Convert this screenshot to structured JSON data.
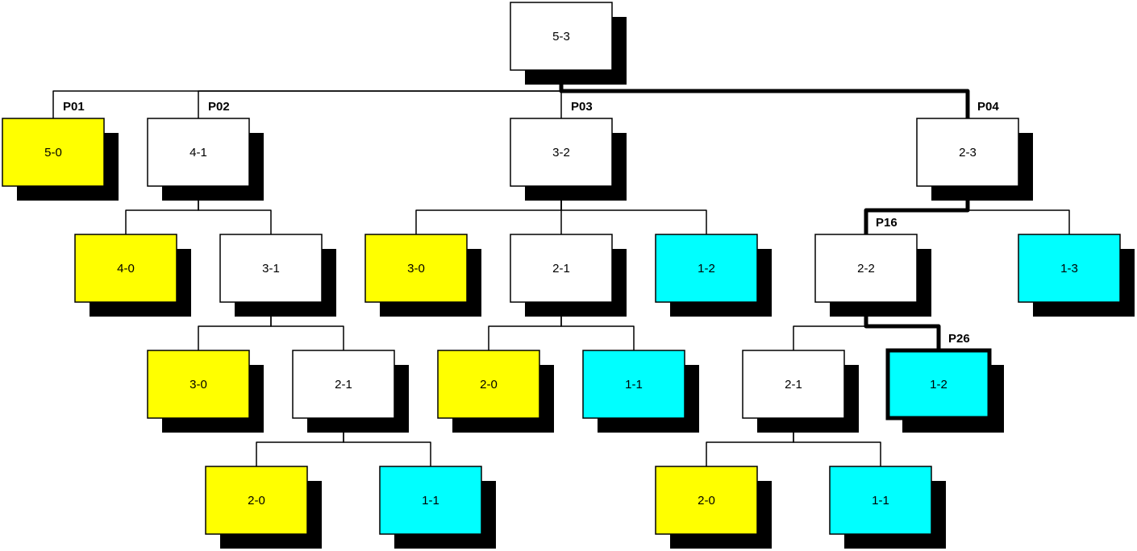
{
  "colors": {
    "white": "#ffffff",
    "yellow": "#ffff00",
    "cyan": "#00ffff",
    "shadow": "#000000",
    "line": "#000000"
  },
  "nodes": [
    {
      "id": "root",
      "label": "5-3",
      "fill": "white"
    },
    {
      "id": "p01",
      "label": "5-0",
      "fill": "yellow"
    },
    {
      "id": "p02",
      "label": "4-1",
      "fill": "white"
    },
    {
      "id": "p03",
      "label": "3-2",
      "fill": "white"
    },
    {
      "id": "p04",
      "label": "2-3",
      "fill": "white",
      "highlighted": true
    },
    {
      "id": "p02a",
      "label": "4-0",
      "fill": "yellow"
    },
    {
      "id": "p02b",
      "label": "3-1",
      "fill": "white"
    },
    {
      "id": "p03a",
      "label": "3-0",
      "fill": "yellow"
    },
    {
      "id": "p03b",
      "label": "2-1",
      "fill": "white"
    },
    {
      "id": "p03c",
      "label": "1-2",
      "fill": "cyan"
    },
    {
      "id": "p16",
      "label": "2-2",
      "fill": "white",
      "highlighted": true
    },
    {
      "id": "p04b",
      "label": "1-3",
      "fill": "cyan"
    },
    {
      "id": "p02ba",
      "label": "3-0",
      "fill": "yellow"
    },
    {
      "id": "p02bb",
      "label": "2-1",
      "fill": "white"
    },
    {
      "id": "p03ba",
      "label": "2-0",
      "fill": "yellow"
    },
    {
      "id": "p03bb",
      "label": "1-1",
      "fill": "cyan"
    },
    {
      "id": "p16a",
      "label": "2-1",
      "fill": "white"
    },
    {
      "id": "p26",
      "label": "1-2",
      "fill": "cyan",
      "highlighted": true
    },
    {
      "id": "p02bba",
      "label": "2-0",
      "fill": "yellow"
    },
    {
      "id": "p02bbb",
      "label": "1-1",
      "fill": "cyan"
    },
    {
      "id": "p16aa",
      "label": "2-0",
      "fill": "yellow"
    },
    {
      "id": "p16ab",
      "label": "1-1",
      "fill": "cyan"
    }
  ],
  "edges": [
    {
      "from": "root",
      "to": "p01"
    },
    {
      "from": "root",
      "to": "p02"
    },
    {
      "from": "root",
      "to": "p03"
    },
    {
      "from": "root",
      "to": "p04",
      "highlighted": true
    },
    {
      "from": "p02",
      "to": "p02a"
    },
    {
      "from": "p02",
      "to": "p02b"
    },
    {
      "from": "p03",
      "to": "p03a"
    },
    {
      "from": "p03",
      "to": "p03b"
    },
    {
      "from": "p03",
      "to": "p03c"
    },
    {
      "from": "p04",
      "to": "p16",
      "highlighted": true
    },
    {
      "from": "p04",
      "to": "p04b"
    },
    {
      "from": "p02b",
      "to": "p02ba"
    },
    {
      "from": "p02b",
      "to": "p02bb"
    },
    {
      "from": "p03b",
      "to": "p03ba"
    },
    {
      "from": "p03b",
      "to": "p03bb"
    },
    {
      "from": "p16",
      "to": "p16a"
    },
    {
      "from": "p16",
      "to": "p26",
      "highlighted": true
    },
    {
      "from": "p02bb",
      "to": "p02bba"
    },
    {
      "from": "p02bb",
      "to": "p02bbb"
    },
    {
      "from": "p16a",
      "to": "p16aa"
    },
    {
      "from": "p16a",
      "to": "p16ab"
    }
  ],
  "path_labels": [
    {
      "node": "p01",
      "text": "P01"
    },
    {
      "node": "p02",
      "text": "P02"
    },
    {
      "node": "p03",
      "text": "P03"
    },
    {
      "node": "p04",
      "text": "P04"
    },
    {
      "node": "p16",
      "text": "P16"
    },
    {
      "node": "p26",
      "text": "P26"
    }
  ]
}
